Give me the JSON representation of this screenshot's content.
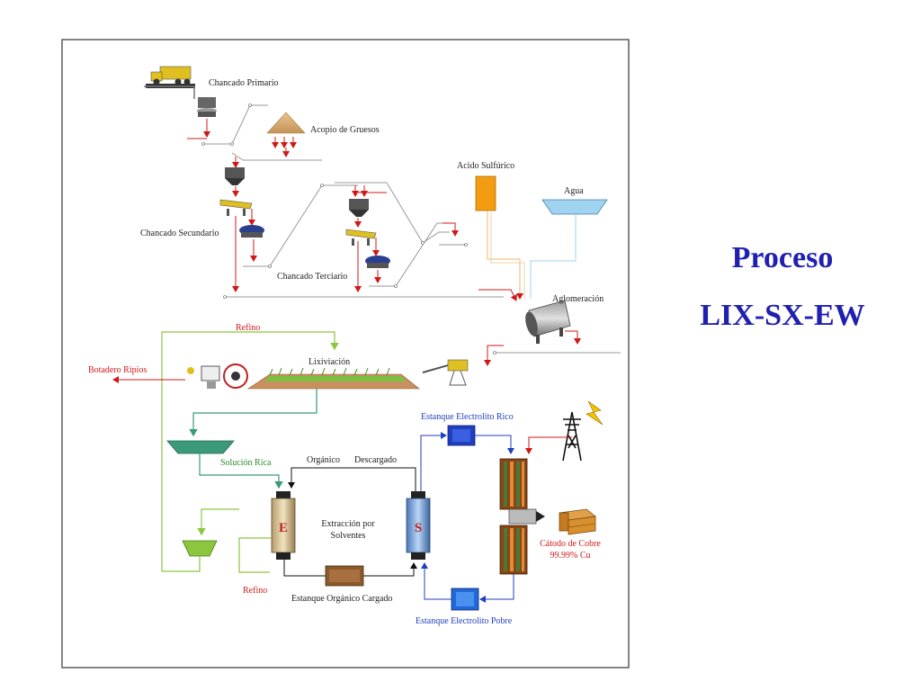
{
  "title": {
    "line1": "Proceso",
    "line2": "LIX-SX-EW"
  },
  "labels": {
    "chancado_primario": "Chancado Primario",
    "acopio_gruesos": "Acopio de Gruesos",
    "chancado_secundario": "Chancado Secundario",
    "chancado_terciario": "Chancado Terciario",
    "acido_sulfurico": "Acido Sulfúrico",
    "agua": "Agua",
    "aglomeracion": "Aglomeración",
    "refino_top": "Refino",
    "botadero_ripios": "Botadero Ripios",
    "lixiviacion": "Lixiviación",
    "estanque_electrolito_rico": "Estanque Electrolito Rico",
    "solucion_rica": "Solución Rica",
    "organico": "Orgánico",
    "descargado": "Descargado",
    "extraccion_line1": "Extracción por",
    "extraccion_line2": "Solventes",
    "cell_e": "E",
    "cell_s": "S",
    "catodo_line1": "Cátodo de Cobre",
    "catodo_line2": "99.99% Cu",
    "refino_bottom": "Refino",
    "estanque_organico_cargado": "Estanque Orgánico Cargado",
    "estanque_electrolito_pobre": "Estanque Electrolito Pobre"
  },
  "colors": {
    "title": "#2020b0",
    "arrow_red": "#d01818",
    "refino_green": "#8cc63f",
    "solution_teal": "#3a9a7a",
    "electrolyte_blue": "#1f3fbf",
    "acid": "#f39c12",
    "water": "#9fd3f0",
    "frame": "#333333"
  }
}
